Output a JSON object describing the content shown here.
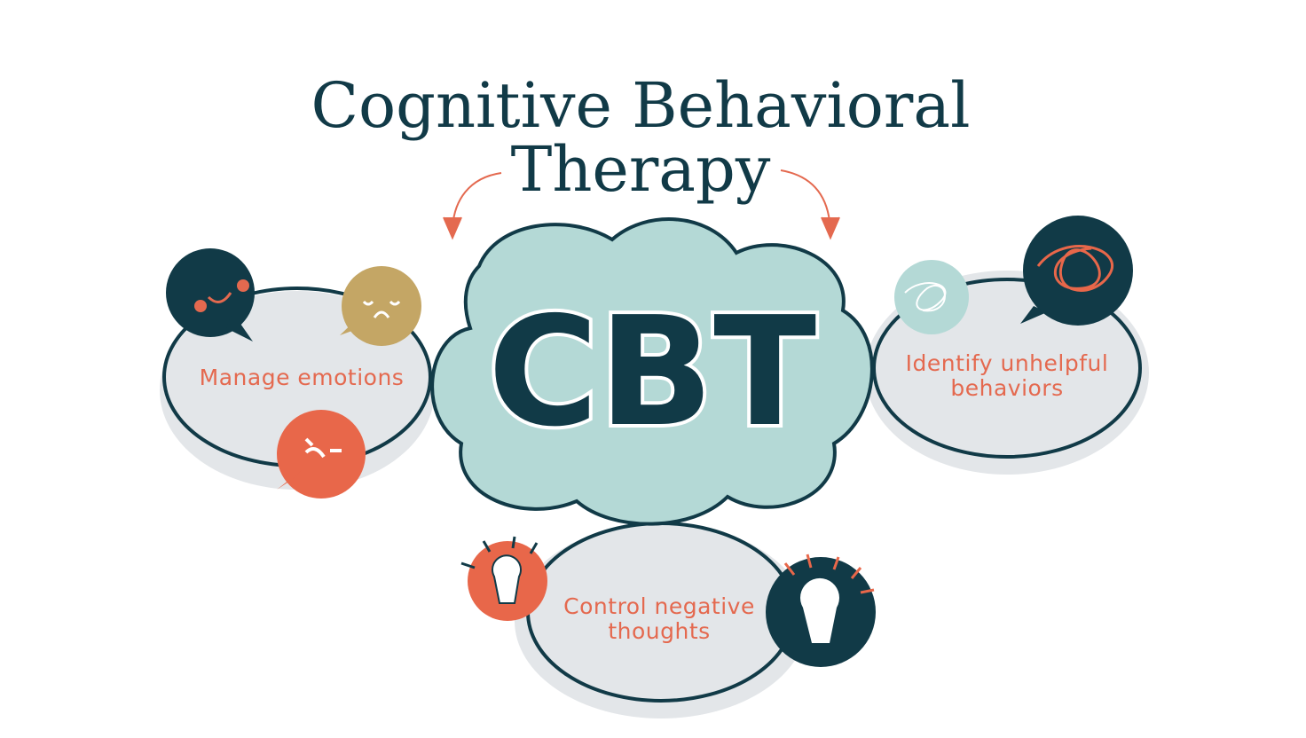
{
  "title": {
    "line1": "Cognitive Behavioral",
    "line2": "Therapy"
  },
  "center": {
    "label": "CBT"
  },
  "nodes": [
    {
      "label_lines": [
        "Manage emotions"
      ]
    },
    {
      "label_lines": [
        "Identify unhelpful",
        "behaviors"
      ]
    },
    {
      "label_lines": [
        "Control negative",
        "thoughts"
      ]
    }
  ],
  "colors": {
    "dark": "#113a47",
    "accent": "#e8674a",
    "gold": "#c4a665",
    "cloud": "#b4d9d6",
    "bubble": "#e3e6e9"
  }
}
